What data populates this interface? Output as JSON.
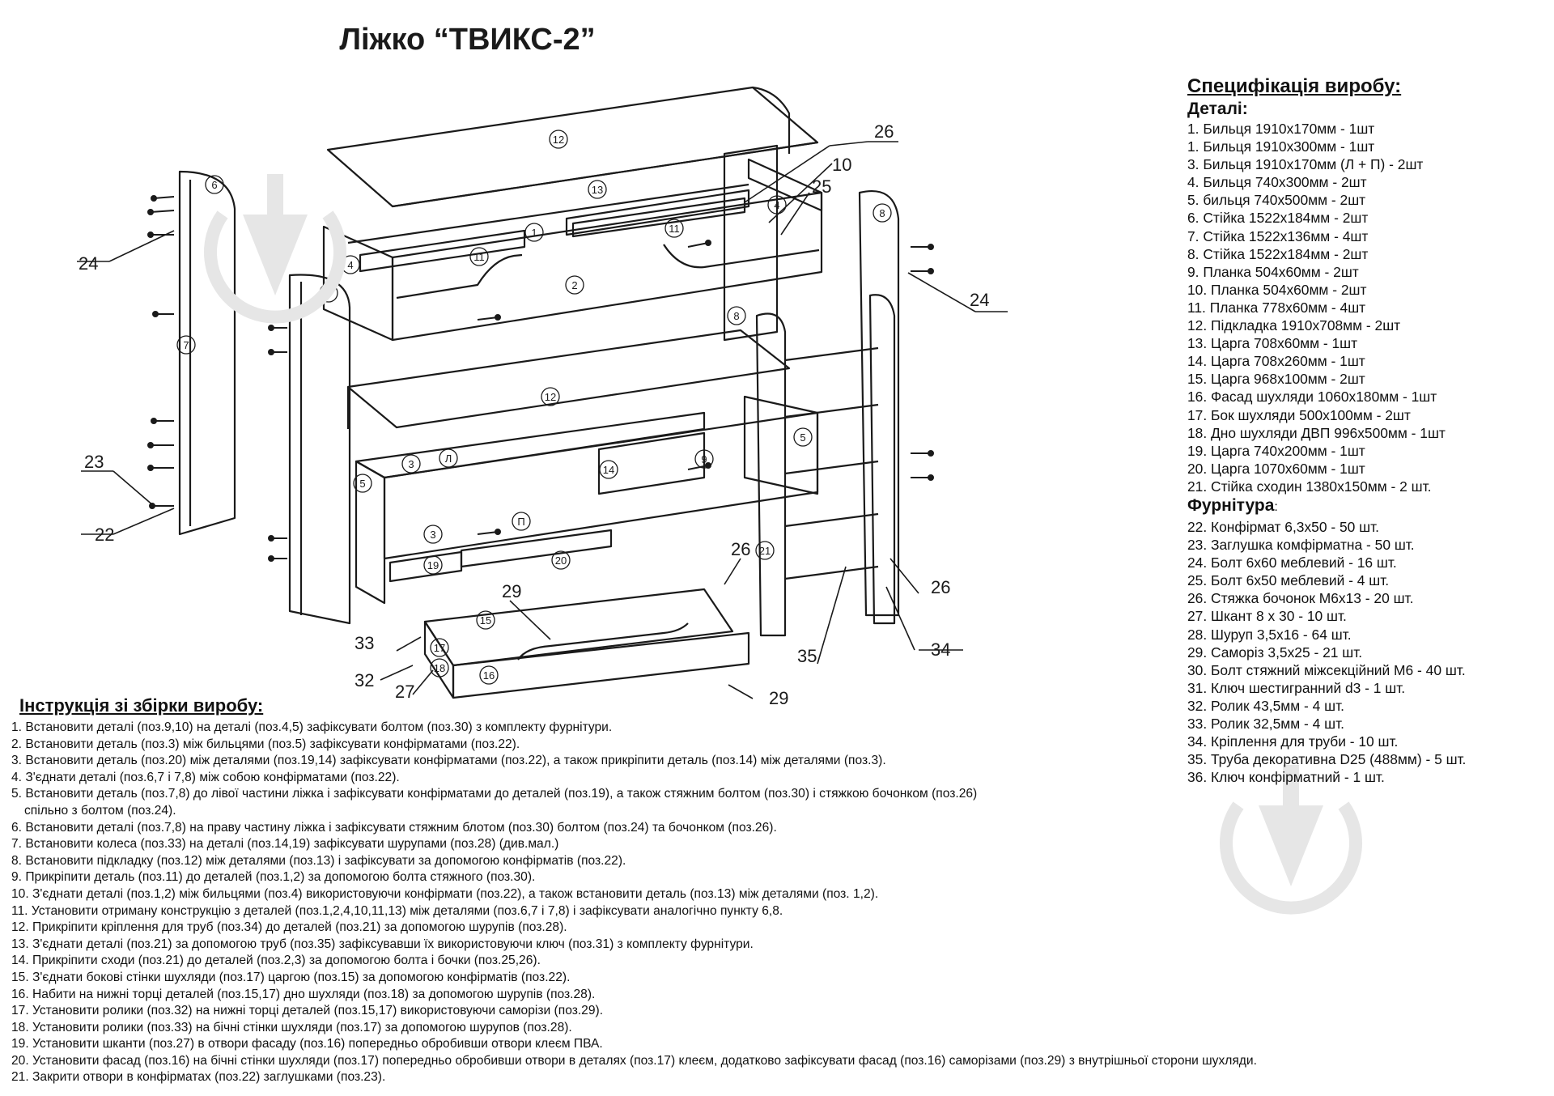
{
  "title": "Ліжко “ТВИКС-2”",
  "specification": {
    "title": "Специфікація виробу:",
    "details_heading": "Деталі:",
    "details": [
      "1. Бильця 1910х170мм - 1шт",
      "1. Бильця 1910х300мм - 1шт",
      "3. Бильця 1910х170мм (Л + П) - 2шт",
      "4. Бильця 740х300мм - 2шт",
      "5. бильця 740х500мм - 2шт",
      "6. Стійка 1522х184мм - 2шт",
      "7. Стійка 1522х136мм - 4шт",
      "8. Стійка 1522х184мм - 2шт",
      "9. Планка 504х60мм - 2шт",
      "10. Планка 504х60мм - 2шт",
      "11. Планка 778х60мм - 4шт",
      "12. Підкладка 1910х708мм - 2шт",
      "13. Царга 708х60мм - 1шт",
      "14. Царга 708х260мм - 1шт",
      "15. Царга 968х100мм - 2шт",
      "16. Фасад шухляди 1060х180мм - 1шт",
      "17. Бок шухляди 500х100мм - 2шт",
      "18. Дно шухляди ДВП 996х500мм - 1шт",
      "19. Царга 740х200мм - 1шт",
      "20. Царга 1070х60мм - 1шт",
      "21. Стійка сходин 1380х150мм - 2 шт."
    ],
    "hardware_heading": "Фурнітура",
    "hardware_heading_tail": ":",
    "hardware": [
      "22. Конфірмат 6,3х50 - 50 шт.",
      "23. Заглушка комфірматна - 50 шт.",
      "24. Болт 6х60 меблевий - 16 шт.",
      "25. Болт 6х50 меблевий - 4 шт.",
      "26. Стяжка бочонок М6х13 - 20 шт.",
      "27. Шкант 8 х 30 - 10 шт.",
      "28. Шуруп 3,5х16 - 64 шт.",
      "29. Саморіз 3,5х25 - 21 шт.",
      "30. Болт стяжний міжсекційний М6 - 40 шт.",
      "31. Ключ шестигранний d3 - 1 шт.",
      "32. Ролик 43,5мм - 4 шт.",
      "33. Ролик 32,5мм - 4 шт.",
      "34. Кріплення для труби - 10 шт.",
      "35. Труба декоративна D25 (488мм) - 5 шт.",
      "36. Ключ конфірматний - 1 шт."
    ]
  },
  "instructions": {
    "title": "Інструкція зі збірки виробу:",
    "steps": [
      [
        "1. Встановити деталі (поз.9,10) на деталі (поз.4,5) зафіксувати болтом (поз.30) з комплекту фурнітури."
      ],
      [
        "2. Встановити деталь (поз.3) між бильцями (поз.5) зафіксувати конфірматами (поз.22)."
      ],
      [
        "3. Встановити деталь (поз.20) між деталями (поз.19,14) зафіксувати  конфірматами (поз.22), а також прикріпити деталь (поз.14) між деталями (поз.3)."
      ],
      [
        "4. З'єднати деталі (поз.6,7 і 7,8) між собою конфірматами (поз.22)."
      ],
      [
        "5. Встановити деталь (поз.7,8) до лівої частини ліжка і зафіксувати конфірматами до деталей (поз.19), а також стяжним болтом (поз.30) і стяжкою бочонком (поз.26)",
        "спільно з болтом (поз.24)."
      ],
      [
        "6. Встановити деталі (поз.7,8) на праву частину ліжка і зафіксувати стяжним блотом (поз.30) болтом (поз.24) та бочонком (поз.26)."
      ],
      [
        "7. Встановити колеса (поз.33) на деталі (поз.14,19) зафіксувати шурупами (поз.28) (див.мал.)"
      ],
      [
        "8. Встановити підкладку (поз.12) між деталями (поз.13) і зафіксувати за допомогою конфірматів (поз.22)."
      ],
      [
        "9. Прикріпити деталь (поз.11) до деталей (поз.1,2) за допомогою болта стяжного (поз.30)."
      ],
      [
        "10. З'єднати деталі (поз.1,2) між бильцями (поз.4) використовуючи конфірмати (поз.22), а також встановити деталь (поз.13) між деталями (поз. 1,2)."
      ],
      [
        "11. Установити отриману конструкцію з деталей (поз.1,2,4,10,11,13) між деталями (поз.6,7 і 7,8) і зафіксувати аналогічно пункту 6,8."
      ],
      [
        "12. Прикріпити кріплення для труб (поз.34) до деталей (поз.21) за допомогою шурупів (поз.28)."
      ],
      [
        "13. З'єднати деталі (поз.21) за допомогою труб (поз.35) зафіксувавши їх використовуючи ключ (поз.31) з комплекту фурнітури."
      ],
      [
        "14. Прикріпити сходи (поз.21) до деталей (поз.2,3) за допомогою болта і бочки (поз.25,26)."
      ],
      [
        "15. З'єднати бокові стінки шухляди (поз.17) царгою (поз.15) за допомогою конфірматів (поз.22)."
      ],
      [
        "16. Набити на нижні торці деталей (поз.15,17) дно шухляди (поз.18) за допомогою шурупів (поз.28)."
      ],
      [
        "17. Установити ролики (поз.32) на нижні торці деталей (поз.15,17) використовуючи саморізи (поз.29)."
      ],
      [
        "18. Установити ролики (поз.33) на бічні стінки шухляди (поз.17) за допомогою шурупов (поз.28)."
      ],
      [
        "19. Установити шканти (поз.27) в отвори фасаду (поз.16) попередньо обробивши отвори клеєм ПВА."
      ],
      [
        "20. Установити фасад (поз.16) на бічні стінки шухляди (поз.17) попередньо обробивши отвори в деталях (поз.17) клеєм, додатково зафіксувати фасад (поз.16) саморізами (поз.29) з внутрішньої сторони шухляди."
      ],
      [
        "21. Закрити отвори в конфірматах (поз.22) заглушками (поз.23)."
      ]
    ]
  },
  "diagram": {
    "callouts": [
      "24",
      "24",
      "23",
      "22",
      "26",
      "10",
      "25",
      "26",
      "26",
      "33",
      "32",
      "27",
      "29",
      "29",
      "35",
      "34"
    ],
    "part_markers": [
      "12",
      "13",
      "1",
      "11",
      "11",
      "2",
      "4",
      "4",
      "6",
      "6",
      "7",
      "8",
      "8",
      "12",
      "3",
      "Л",
      "14",
      "9",
      "5",
      "5",
      "3",
      "П",
      "19",
      "20",
      "21",
      "15",
      "17",
      "18",
      "16"
    ]
  },
  "colors": {
    "line": "#1a1a1a",
    "watermark": "#e6e6e6",
    "background": "#ffffff"
  }
}
